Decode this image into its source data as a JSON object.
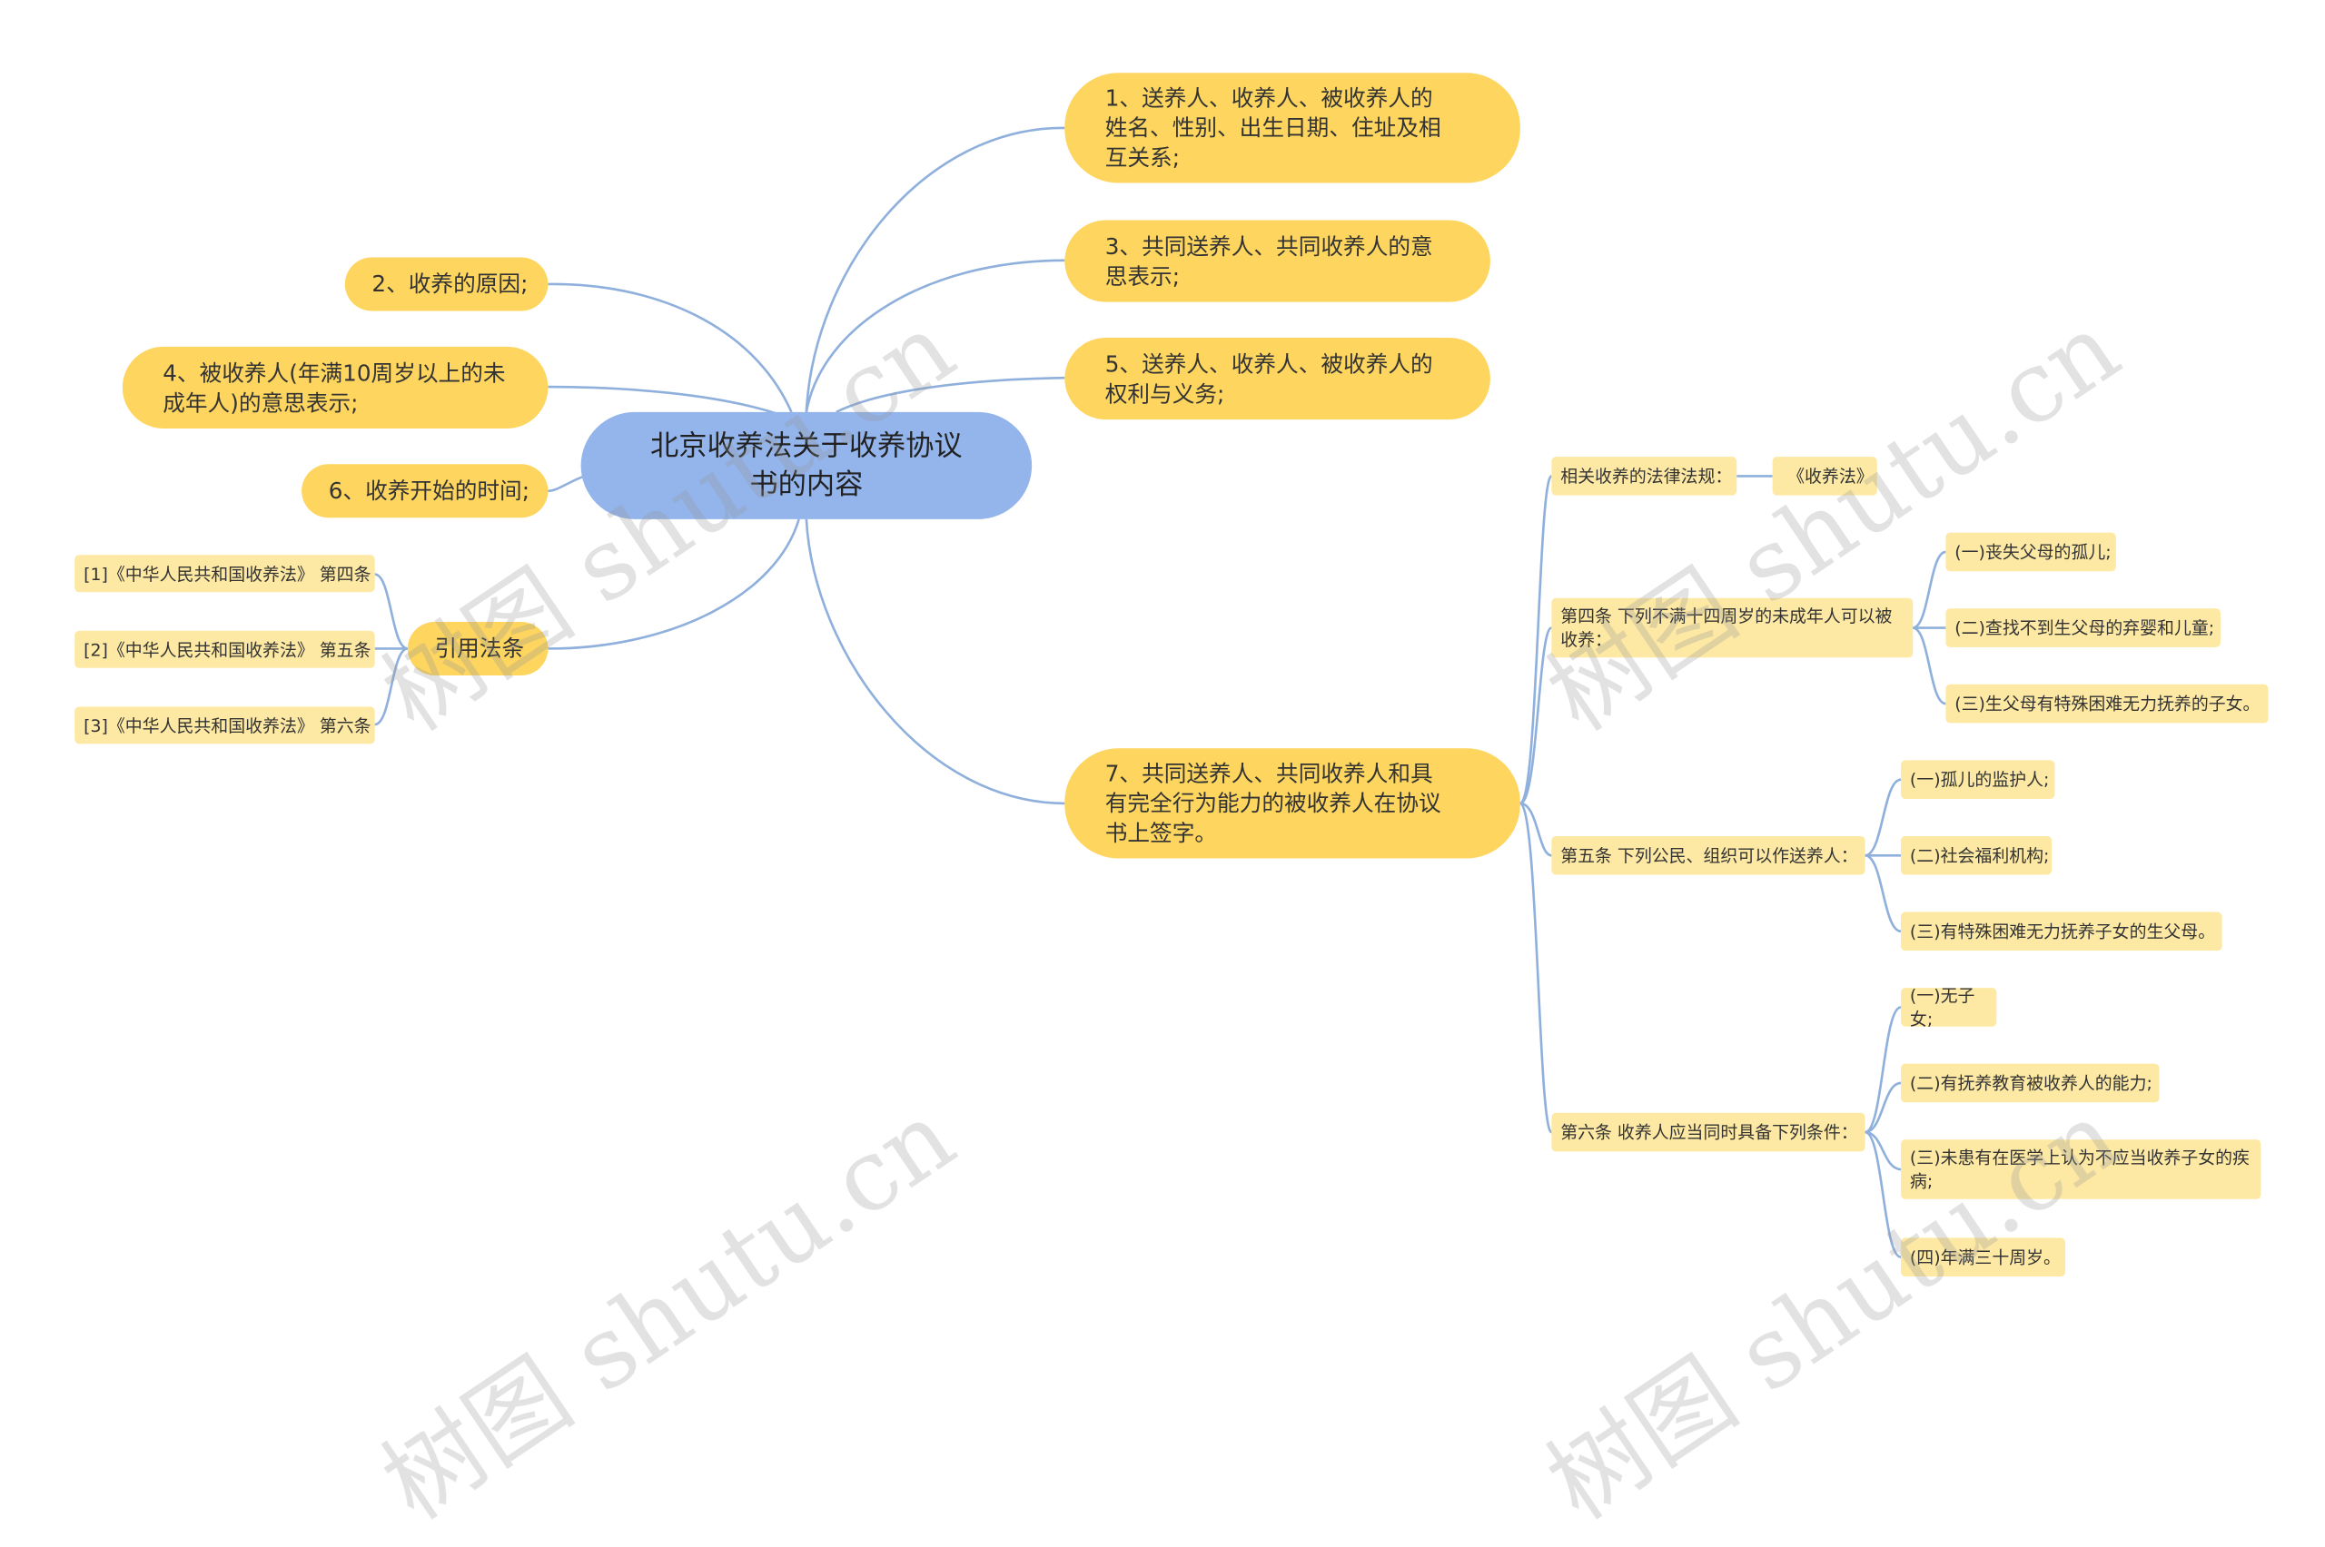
{
  "watermark": "树图 shutu.cn",
  "colors": {
    "root": "#93b5ec",
    "main": "#fdd55f",
    "sub": "#fde9a4",
    "link": "#8fb0dc"
  },
  "root": {
    "label": "北京收养法关于收养协议\n书的内容"
  },
  "right_branches": {
    "item1": "1、送养人、收养人、被收养人的\n姓名、性别、出生日期、住址及相\n互关系;",
    "item3": "3、共同送养人、共同收养人的意\n思表示;",
    "item5": "5、送养人、收养人、被收养人的\n权利与义务;",
    "item7": "7、共同送养人、共同收养人和具\n有完全行为能力的被收养人在协议\n书上签字。"
  },
  "left_branches": {
    "item2": "2、收养的原因;",
    "item4": "4、被收养人(年满10周岁以上的未\n成年人)的意思表示;",
    "item6": "6、收养开始的时间;",
    "cite": "引用法条"
  },
  "citations": [
    "[1]《中华人民共和国收养法》 第四条",
    "[2]《中华人民共和国收养法》 第五条",
    "[3]《中华人民共和国收养法》 第六条"
  ],
  "law": {
    "related": "相关收养的法律法规：",
    "law_name": "《收养法》",
    "art4": "第四条 下列不满十四周岁的未成年人可以被\n收养：",
    "art4_items": [
      "(一)丧失父母的孤儿;",
      "(二)查找不到生父母的弃婴和儿童;",
      "(三)生父母有特殊困难无力抚养的子女。"
    ],
    "art5": "第五条 下列公民、组织可以作送养人：",
    "art5_items": [
      "(一)孤儿的监护人;",
      "(二)社会福利机构;",
      "(三)有特殊困难无力抚养子女的生父母。"
    ],
    "art6": "第六条 收养人应当同时具备下列条件：",
    "art6_items": [
      "(一)无子女;",
      "(二)有抚养教育被收养人的能力;",
      "(三)未患有在医学上认为不应当收养子女的疾\n病;",
      "(四)年满三十周岁。"
    ]
  }
}
